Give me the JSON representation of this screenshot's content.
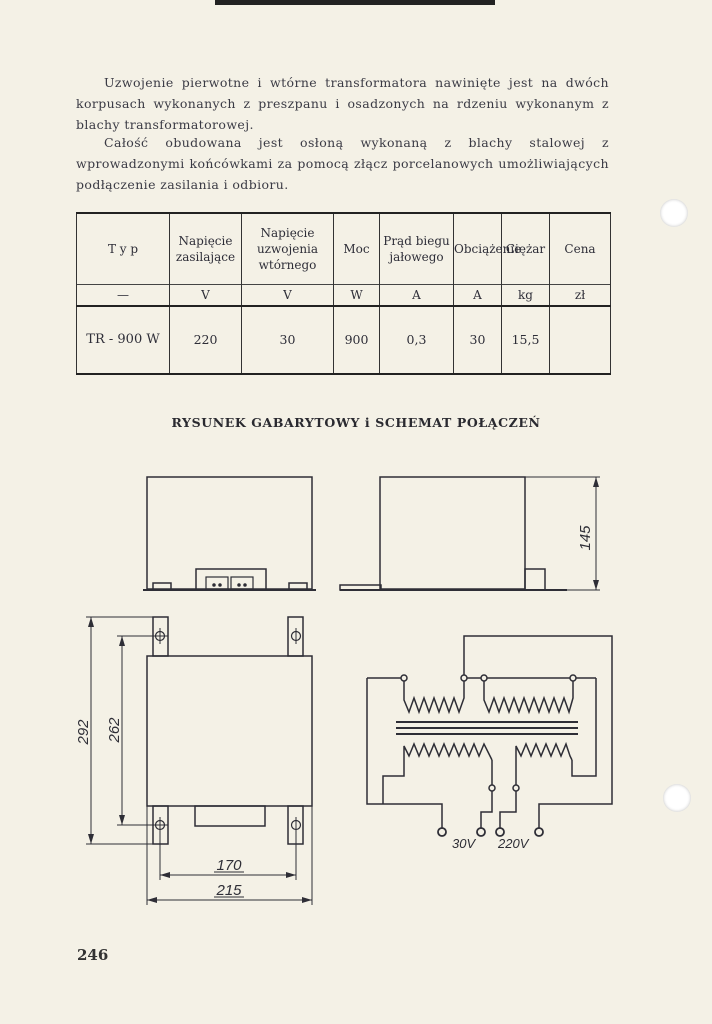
{
  "paragraphs": [
    "Uzwojenie pierwotne i wtórne transformatora nawinięte jest na dwóch korpusach wykonanych z preszpanu i osadzonych na rdzeniu wykonanym z blachy transformatorowej.",
    "Całość obudowana jest osłoną wykonaną z blachy stalowej z wprowadzonymi końcówkami za pomocą złącz porcelanowych umożliwiających podłączenie zasilania i odbioru."
  ],
  "table": {
    "headers": [
      "T y p",
      "Napięcie zasilające",
      "Napięcie uzwojenia wtórnego",
      "Moc",
      "Prąd biegu jałowego",
      "Obciążenie",
      "Ciężar",
      "Cena"
    ],
    "units": [
      "—",
      "V",
      "V",
      "W",
      "A",
      "A",
      "kg",
      "zł"
    ],
    "rows": [
      [
        "TR - 900 W",
        "220",
        "30",
        "900",
        "0,3",
        "30",
        "15,5",
        ""
      ]
    ]
  },
  "section_title": "RYSUNEK GABARYTOWY i SCHEMAT POŁĄCZEŃ",
  "dimensions": {
    "height": "145",
    "length_outer": "292",
    "length_inner": "262",
    "width_inner": "170",
    "width_outer": "215"
  },
  "schematic": {
    "label_30v": "30V",
    "label_220v": "220V"
  },
  "page_number": "246"
}
